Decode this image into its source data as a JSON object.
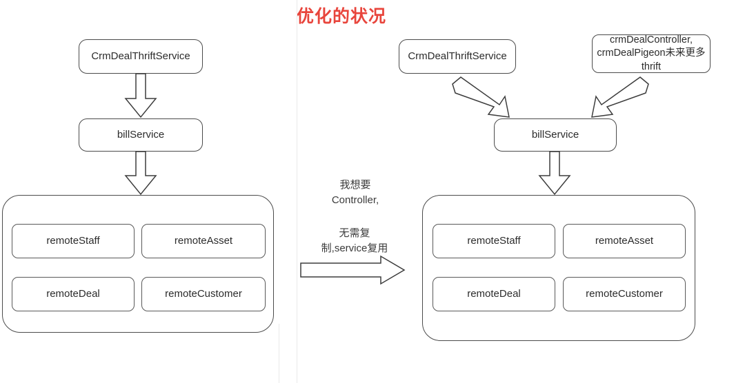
{
  "title": "优化的状况",
  "colors": {
    "title_red": "#e8453c",
    "stroke": "#4a4a4a",
    "text": "#2b2b2b",
    "background": "#ffffff"
  },
  "left_panel": {
    "name": "current-architecture",
    "thrift_service": "CrmDealThriftService",
    "bill_service": "billService",
    "remote_group": {
      "items": [
        "remoteStaff",
        "remoteAsset",
        "remoteDeal",
        "remoteCustomer"
      ]
    }
  },
  "middle_annotations": {
    "want_controller": "我想要\nController,",
    "no_copy_reuse": "无需复\n制,service复用"
  },
  "right_panel": {
    "name": "optimized-architecture",
    "thrift_service": "CrmDealThriftService",
    "controller_box": "crmDealController,\ncrmDealPigeon未来更多\nthrift",
    "bill_service": "billService",
    "remote_group": {
      "items": [
        "remoteStaff",
        "remoteAsset",
        "remoteDeal",
        "remoteCustomer"
      ]
    }
  },
  "icons": {
    "down_arrow": "block-arrow-down",
    "right_arrow": "block-arrow-right",
    "diagonal_arrow_down_right": "block-arrow-down-right",
    "diagonal_arrow_down_left": "block-arrow-down-left"
  }
}
